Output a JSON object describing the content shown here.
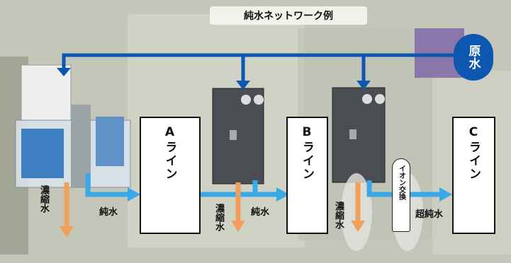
{
  "title": "純水ネットワーク例",
  "source_label": "原水",
  "lines": {
    "a": "Aライン",
    "b": "Bライン",
    "c": "Cライン"
  },
  "labels": {
    "concentrate": "濃縮水",
    "pure_water": "純水",
    "ultra_pure_water": "超純水",
    "ion_exchange": "イオン交換"
  },
  "colors": {
    "feed_pipe": "#0d57b0",
    "pure_water_arrow": "#39a8e6",
    "concentrate_arrow": "#f0a05a",
    "source_badge": "#0d57b0"
  }
}
